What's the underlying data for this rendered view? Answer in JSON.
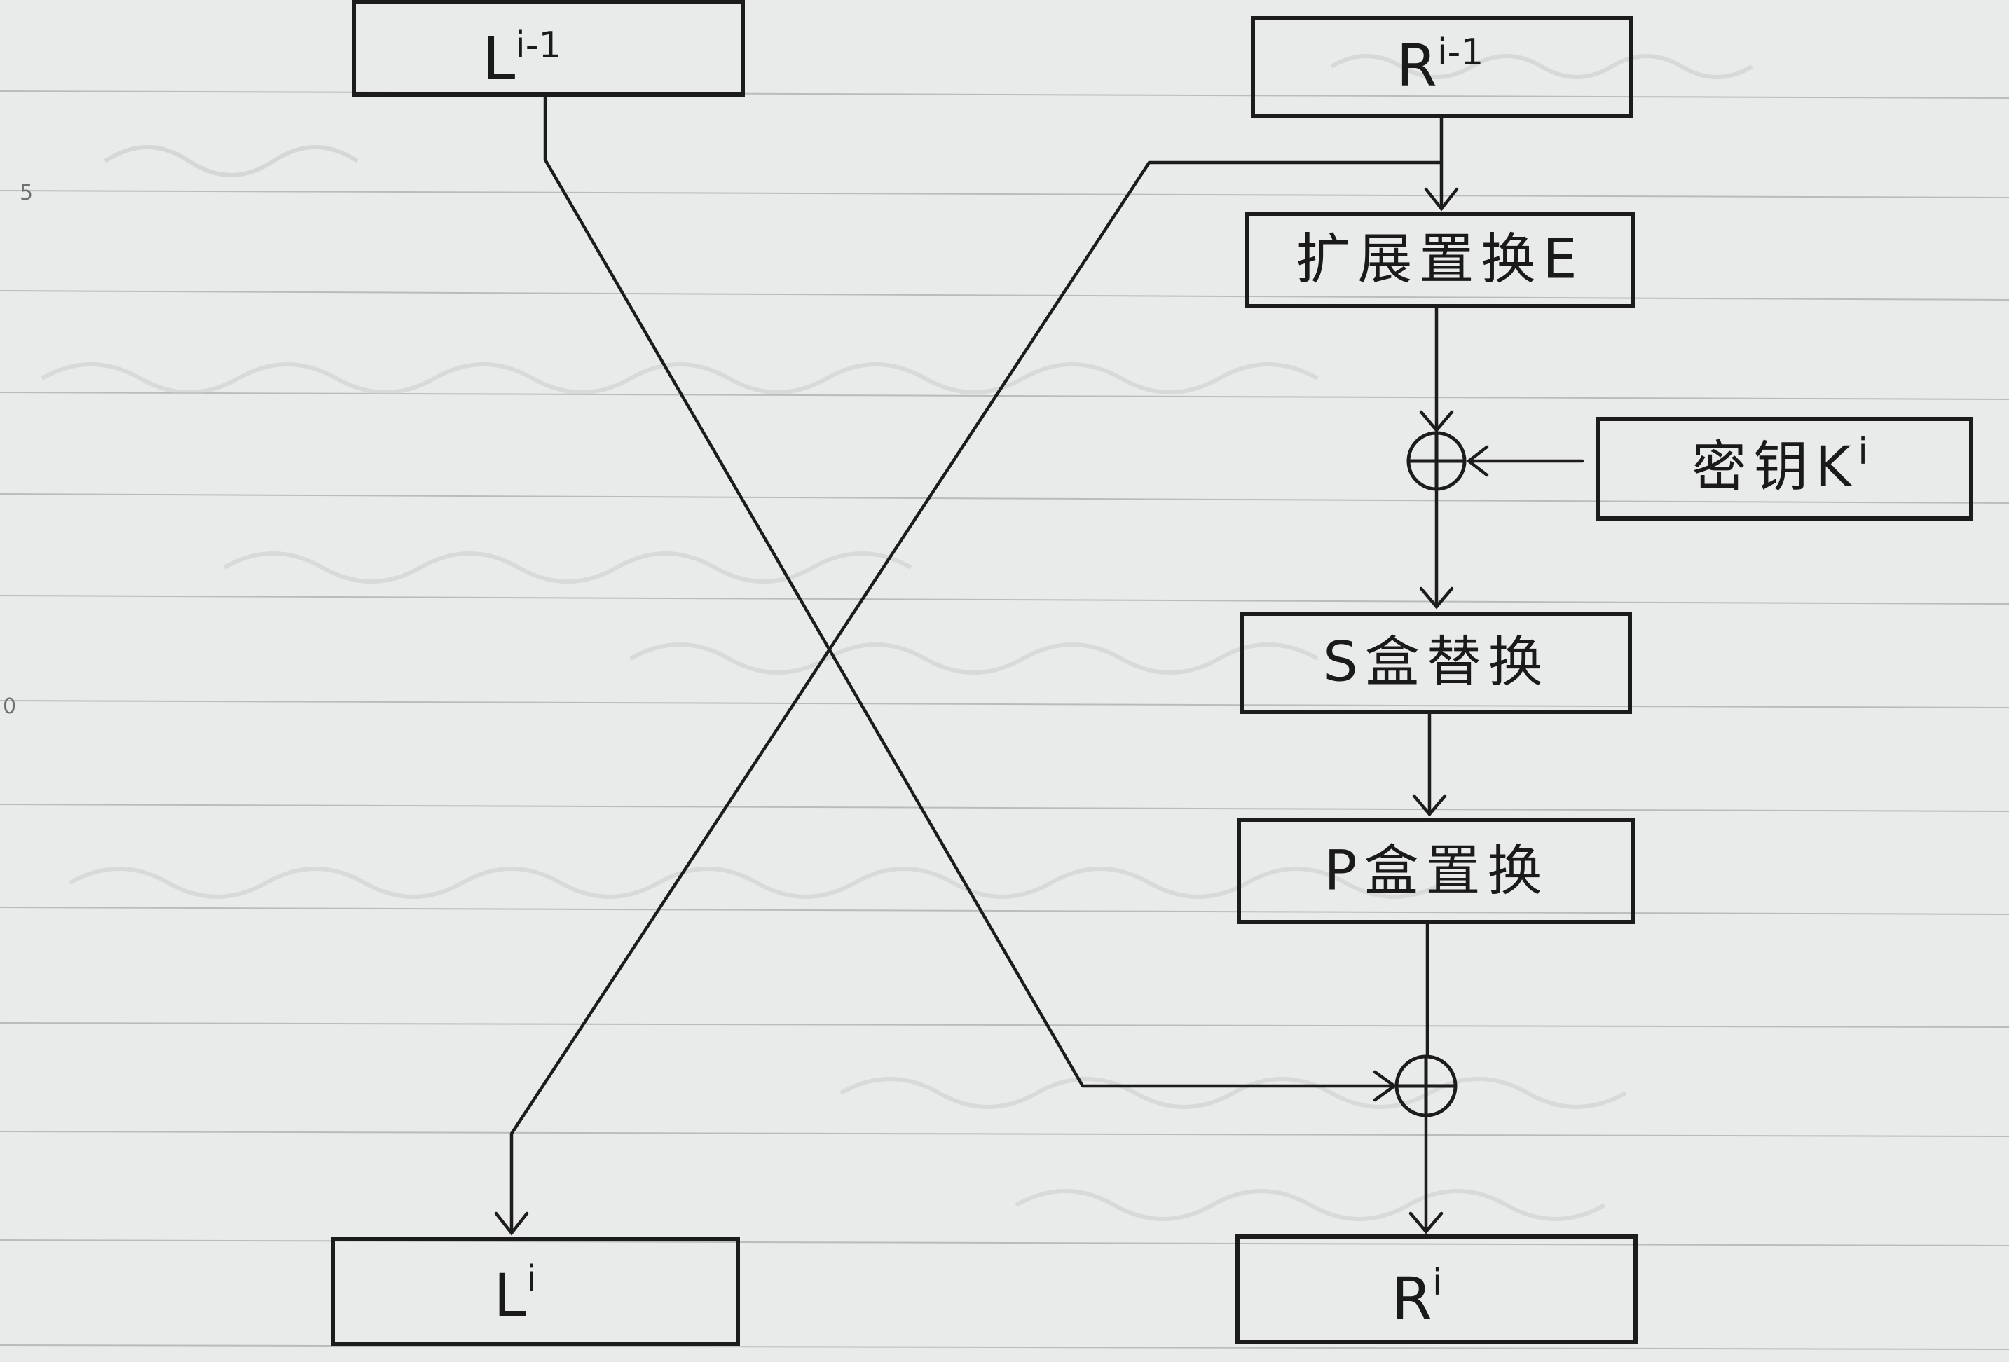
{
  "boxes": {
    "l_prev": {
      "base": "L",
      "sup": "i-1"
    },
    "r_prev": {
      "base": "R",
      "sup": "i-1"
    },
    "expansion": "扩展置换E",
    "subkey": {
      "text": "密钥K",
      "sup": "i"
    },
    "s_box": "S盒替换",
    "p_box": "P盒置换",
    "l_out": {
      "base": "L",
      "sup": "i"
    },
    "r_out": {
      "base": "R",
      "sup": "i"
    }
  },
  "margin_marks": [
    "5",
    "0"
  ],
  "colors": {
    "ink": "#1c1c1c",
    "paper": "#e9ebea",
    "rule": "#b9bcbd"
  }
}
